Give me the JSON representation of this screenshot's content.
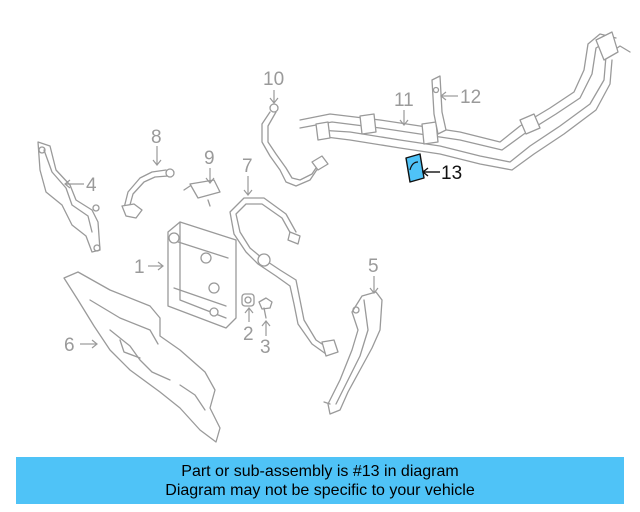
{
  "diagram": {
    "callouts": [
      "1",
      "2",
      "3",
      "4",
      "5",
      "6",
      "7",
      "8",
      "9",
      "10",
      "11",
      "12",
      "13"
    ],
    "highlighted_part": "13",
    "highlight_color": "#4fc3f7",
    "line_color": "#9a9a9a"
  },
  "banner": {
    "line1": "Part or sub-assembly is #13 in diagram",
    "line2": "Diagram may not be specific to your vehicle",
    "background": "#4fc3f7"
  }
}
